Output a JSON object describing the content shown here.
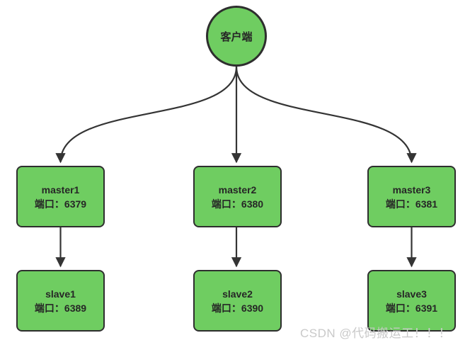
{
  "diagram": {
    "client": {
      "label": "客户端"
    },
    "masters": [
      {
        "name": "master1",
        "port": "端口：6379"
      },
      {
        "name": "master2",
        "port": "端口：6380"
      },
      {
        "name": "master3",
        "port": "端口：6381"
      }
    ],
    "slaves": [
      {
        "name": "slave1",
        "port": "端口：6389"
      },
      {
        "name": "slave2",
        "port": "端口：6390"
      },
      {
        "name": "slave3",
        "port": "端口：6391"
      }
    ],
    "edges": [
      {
        "from": "客户端",
        "to": "master1"
      },
      {
        "from": "客户端",
        "to": "master2"
      },
      {
        "from": "客户端",
        "to": "master3"
      },
      {
        "from": "master1",
        "to": "slave1"
      },
      {
        "from": "master2",
        "to": "slave2"
      },
      {
        "from": "master3",
        "to": "slave3"
      }
    ],
    "colors": {
      "node_fill": "#6fcd61",
      "node_border": "#2e2e2e",
      "arrow": "#343434",
      "node_text": "#262626",
      "watermark": "#c9c9c9",
      "background": "#ffffff"
    },
    "watermark": "CSDN @代码搬运工！！！"
  }
}
